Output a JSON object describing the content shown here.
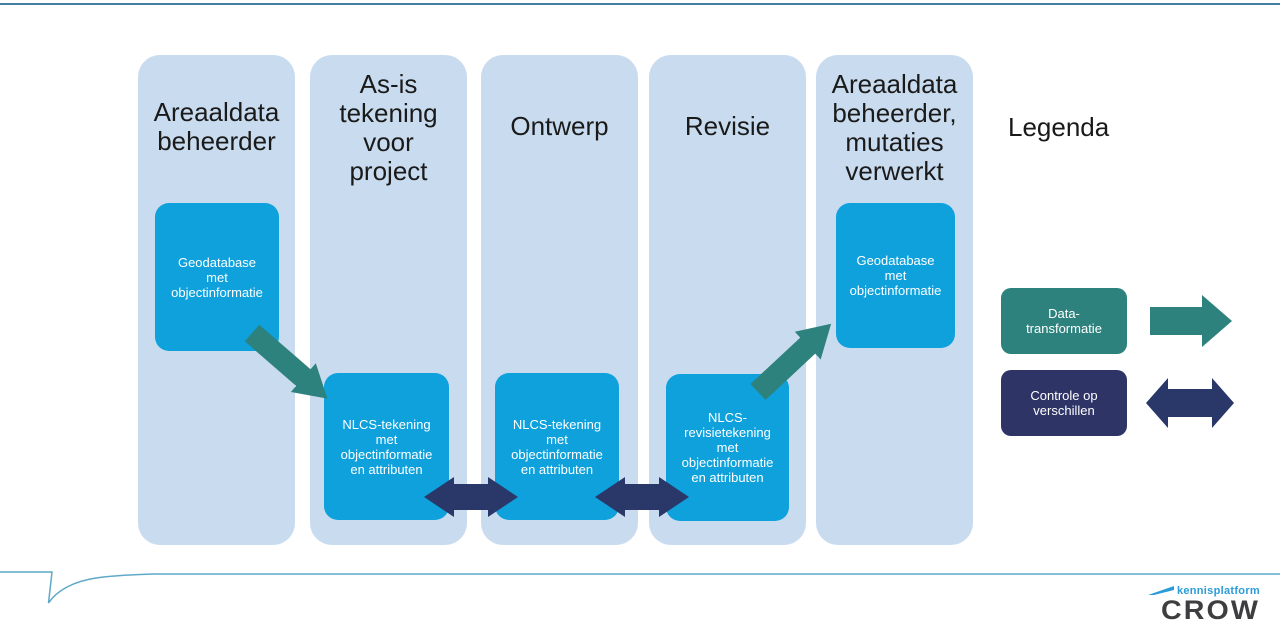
{
  "slide": {
    "columns": [
      {
        "title": "Areaaldata\nbeheerder",
        "box": "Geodatabase\nmet\nobjectinformatie"
      },
      {
        "title": "As-is\ntekening\nvoor\nproject",
        "box": "NLCS-tekening\nmet\nobjectinformatie\nen attributen"
      },
      {
        "title": "Ontwerp",
        "box": "NLCS-tekening\nmet\nobjectinformatie\nen attributen"
      },
      {
        "title": "Revisie",
        "box": "NLCS-\nrevisietekening\nmet\nobjectinformatie\nen attributen"
      },
      {
        "title": "Areaaldata\nbeheerder,\nmutaties\nverwerkt",
        "box": "Geodatabase\nmet\nobjectinformatie"
      }
    ],
    "legend": {
      "title": "Legenda",
      "items": [
        {
          "label": "Data-\ntransformatie",
          "arrow": "single-right",
          "color": "#2E827E"
        },
        {
          "label": "Controle op\nverschillen",
          "arrow": "double-horizontal",
          "color": "#2E3566"
        }
      ]
    },
    "footer": {
      "brand_small": "kennisplatform",
      "brand_main": "CROW"
    },
    "colors": {
      "column_bg": "#C9DCEF",
      "process_box": "#0EA1DC",
      "teal": "#2E827E",
      "navy": "#293769",
      "legend_navy": "#2E3566",
      "top_rule": "#447EA2",
      "swoosh": "#5FA8C8",
      "brand_blue": "#2B9CD8",
      "brand_dark": "#3E3E40"
    }
  }
}
